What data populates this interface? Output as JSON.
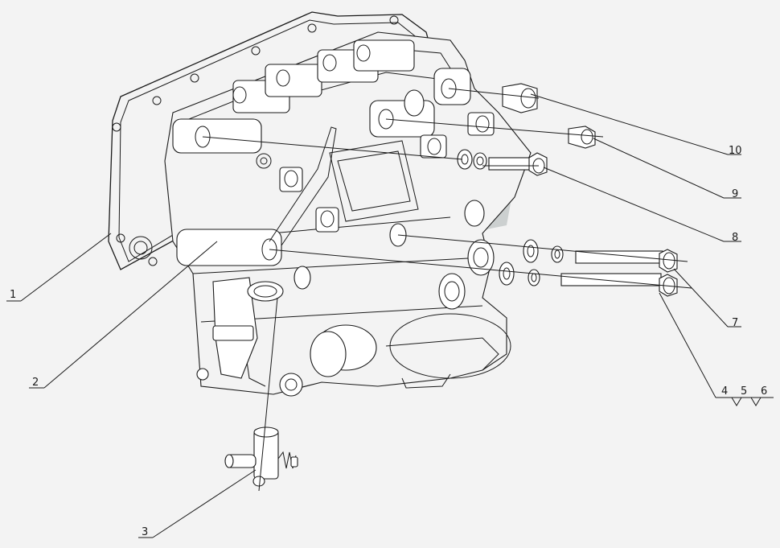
{
  "diagram": {
    "callouts": [
      {
        "id": "1",
        "text": "1"
      },
      {
        "id": "2",
        "text": "2"
      },
      {
        "id": "3",
        "text": "3"
      },
      {
        "id": "4",
        "text": "4"
      },
      {
        "id": "5",
        "text": "5"
      },
      {
        "id": "6",
        "text": "6"
      },
      {
        "id": "7",
        "text": "7"
      },
      {
        "id": "8",
        "text": "8"
      },
      {
        "id": "9",
        "text": "9"
      },
      {
        "id": "10",
        "text": "10"
      }
    ],
    "colors": {
      "line": "#1a1a1a",
      "background": "#f3f3f3",
      "watermark": "#bfc4c4"
    }
  }
}
